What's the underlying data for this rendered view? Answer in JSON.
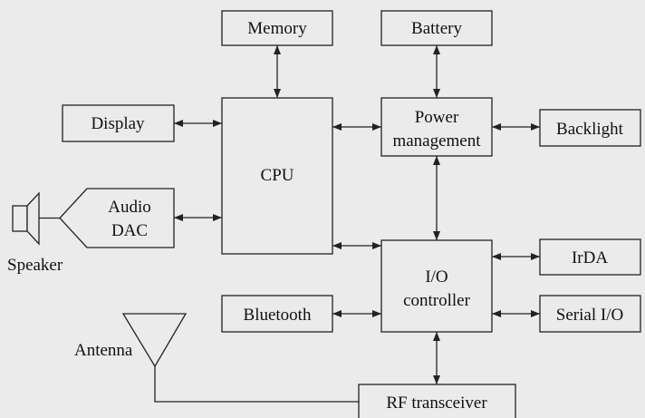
{
  "blocks": {
    "memory": "Memory",
    "battery": "Battery",
    "display": "Display",
    "power_line1": "Power",
    "power_line2": "management",
    "backlight": "Backlight",
    "cpu": "CPU",
    "audio_line1": "Audio",
    "audio_line2": "DAC",
    "io_line1": "I/O",
    "io_line2": "controller",
    "irda": "IrDA",
    "bluetooth": "Bluetooth",
    "serial": "Serial I/O",
    "rf": "RF transceiver"
  },
  "labels": {
    "speaker": "Speaker",
    "antenna": "Antenna"
  }
}
